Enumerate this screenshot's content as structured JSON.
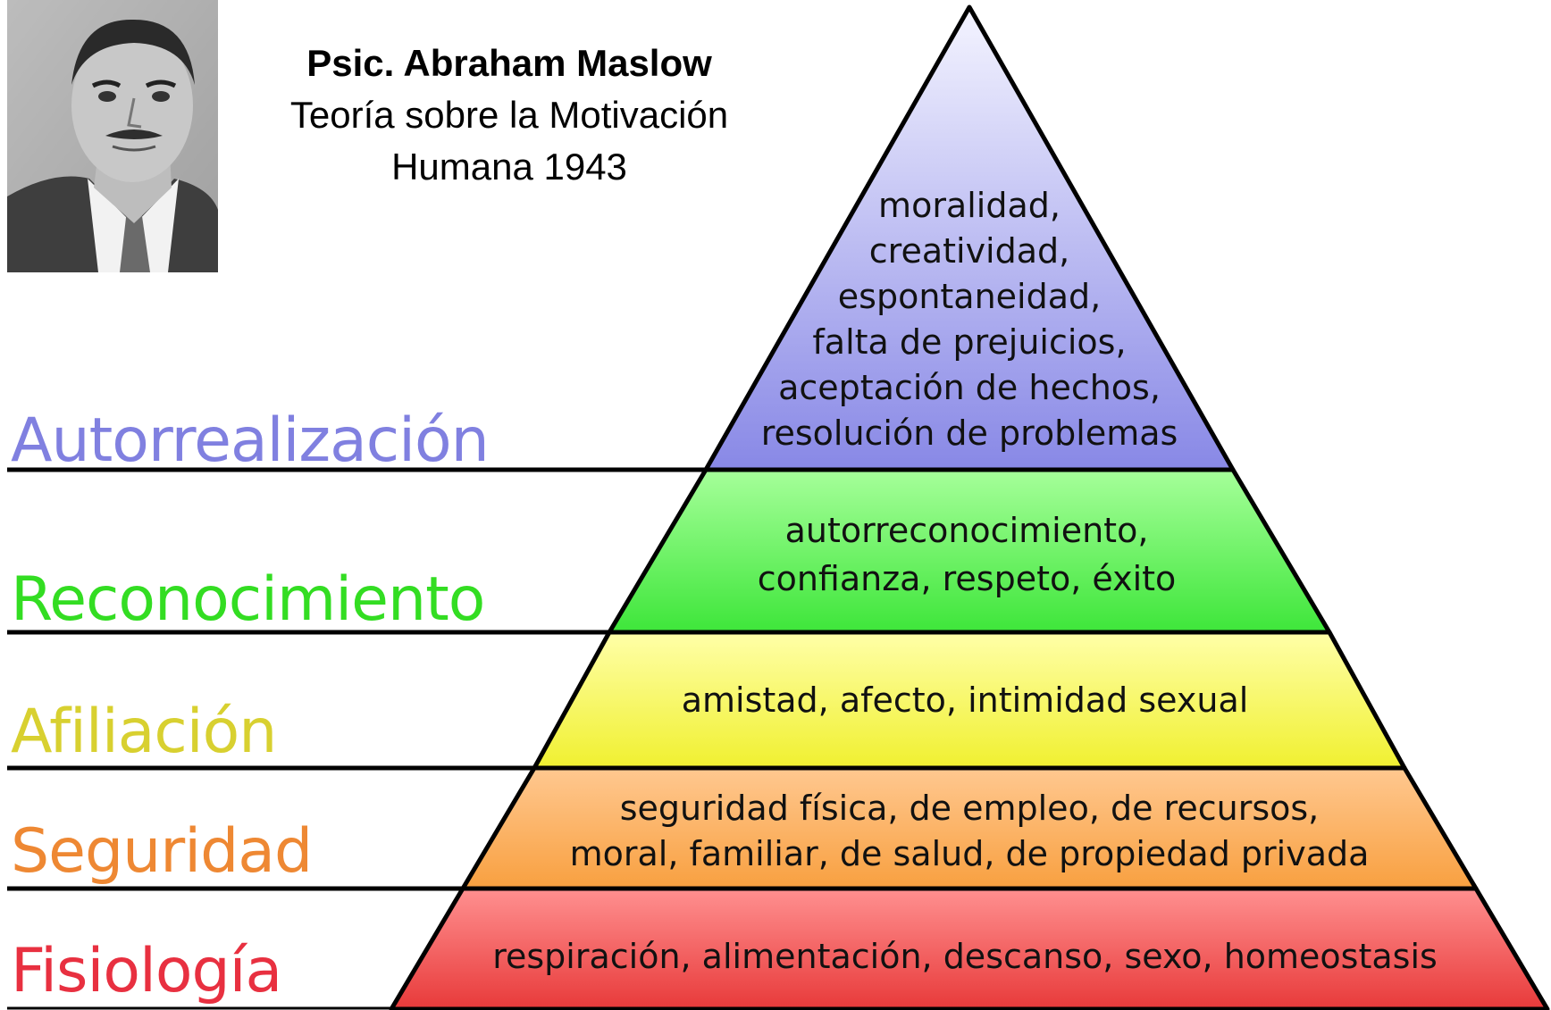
{
  "caption": {
    "name": "Psic. Abraham Maslow",
    "line2": "Teoría sobre la Motivación",
    "line3": "Humana 1943"
  },
  "photo": {
    "icon": "portrait-photo"
  },
  "levels": [
    {
      "label": "Autorrealización",
      "color": "#8080e0",
      "fill_top": "#f4f4ff",
      "fill_bottom": "#8888e6",
      "lines": [
        "moralidad,",
        "creatividad,",
        "espontaneidad,",
        "falta de prejuicios,",
        "aceptación de hechos,",
        "resolución de problemas"
      ]
    },
    {
      "label": "Reconocimiento",
      "color": "#33dd22",
      "fill_top": "#a6ff9a",
      "fill_bottom": "#3ee63a",
      "lines": [
        "autorreconocimiento,",
        "confianza, respeto, éxito"
      ]
    },
    {
      "label": "Afiliación",
      "color": "#d8d030",
      "fill_top": "#ffffa8",
      "fill_bottom": "#f0f030",
      "lines": [
        "amistad, afecto, intimidad sexual"
      ]
    },
    {
      "label": "Seguridad",
      "color": "#ee8833",
      "fill_top": "#ffc890",
      "fill_bottom": "#f8a040",
      "lines": [
        "seguridad física, de empleo, de recursos,",
        "moral, familiar, de salud, de propiedad privada"
      ]
    },
    {
      "label": "Fisiología",
      "color": "#e83040",
      "fill_top": "#ff9090",
      "fill_bottom": "#e83a3a",
      "lines": [
        "respiración, alimentación, descanso, sexo, homeostasis"
      ]
    }
  ]
}
